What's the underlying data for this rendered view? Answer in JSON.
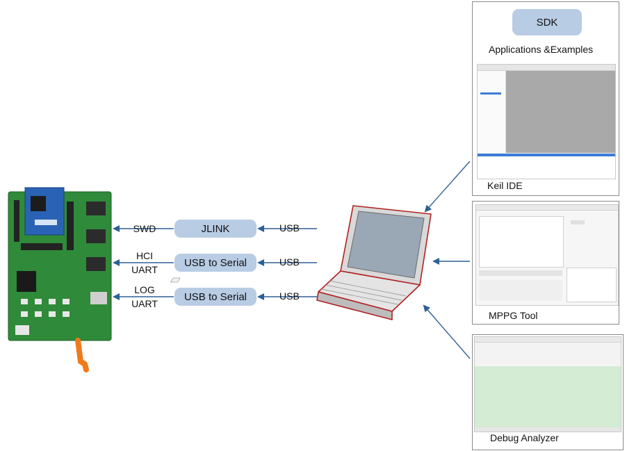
{
  "connections": [
    {
      "interface": "SWD",
      "interface_lines": [
        "SWD"
      ],
      "adapter": "JLINK",
      "host_link": "USB"
    },
    {
      "interface": "HCI UART",
      "interface_lines": [
        "HCI",
        "UART"
      ],
      "adapter": "USB to Serial",
      "host_link": "USB"
    },
    {
      "interface": "LOG UART",
      "interface_lines": [
        "LOG",
        "UART"
      ],
      "adapter": "USB to Serial",
      "host_link": "USB"
    }
  ],
  "tools": {
    "sdk": {
      "label": "SDK",
      "caption": "Applications &Examples"
    },
    "keil": {
      "caption": "Keil IDE"
    },
    "mppg": {
      "caption": "MPPG Tool"
    },
    "debug": {
      "caption": "Debug Analyzer"
    }
  },
  "colors": {
    "pill": "#b8cce4",
    "arrow": "#2e5f96",
    "pcb": "#2f8a3a",
    "bt_module": "#2a63b5",
    "laptop_outline": "#b02020",
    "debug_log_area": "#d3ecd3"
  },
  "icons": [
    "dev-board-icon",
    "laptop-icon"
  ]
}
